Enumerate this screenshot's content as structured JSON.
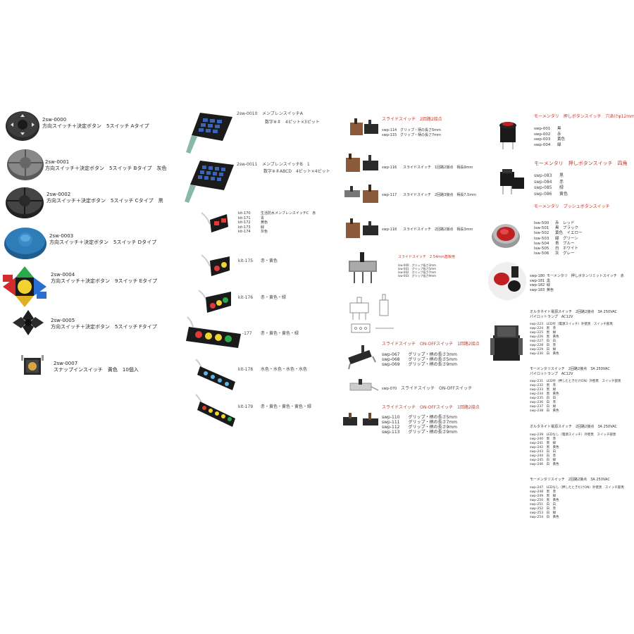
{
  "col1": [
    {
      "code": "2sw-0000",
      "name": "方向スイッチ＋決定ボタン　5スイッチ Aタイプ"
    },
    {
      "code": "2sw-0001",
      "name": "方向スイッチ＋決定ボタン　5スイッチ Bタイプ　灰色"
    },
    {
      "code": "2sw-0002",
      "name": "方向スイッチ＋決定ボタン　5スイッチ Cタイプ　黒"
    },
    {
      "code": "2sw-0003",
      "name": "方向スイッチ＋決定ボタン　5スイッチ Dタイプ"
    },
    {
      "code": "2sw-0004",
      "name": "方向スイッチ＋決定ボタン　9スイッチ Eタイプ"
    },
    {
      "code": "2sw-0005",
      "name": "方向スイッチ＋決定ボタン　5スイッチ Fタイプ"
    },
    {
      "code": "2sw-0007",
      "name": "スナップインスイッチ　黄色　10個入"
    }
  ],
  "col2": {
    "membrane_a": {
      "code": "2sw-0010",
      "name": "メンブレンスイッチA",
      "desc": "数字※＃　4ピット×3ピット"
    },
    "membrane_b": {
      "code": "2sw-0011",
      "name": "メンブレンスイッチB　1",
      "desc": "数字※＃ABCD　4ピット×4ピット"
    },
    "kit170": {
      "codes": [
        "kit-170",
        "kit-171",
        "kit-172",
        "kit-173",
        "kit-174"
      ],
      "names": [
        "生活防水メンブレンスイッチC　赤",
        "青",
        "黄色",
        "緑",
        "灰色"
      ]
    },
    "kits": [
      {
        "code": "kit-175",
        "name": "赤・黄色"
      },
      {
        "code": "kit-176",
        "name": "赤・黄色・緑"
      },
      {
        "code": "-177",
        "name": "赤・黄色・黄色・緑"
      },
      {
        "code": "kit-178",
        "name": "水色・水色・水色・水色"
      },
      {
        "code": "kit-179",
        "name": "赤・黄色・黄色・黄色・緑"
      }
    ]
  },
  "col3": {
    "title1": "スライドスイッチ　2回路2接点",
    "swp114": {
      "code": "swp-114",
      "name": "グリップ・柄の長さ5mm"
    },
    "swp115": {
      "code": "swp-115",
      "name": "グリップ・柄の長さ7mm"
    },
    "swp116": {
      "code": "swp-116",
      "name": "スライドスイッチ　1回路2接点　柄長9mm"
    },
    "swp117": {
      "code": "swp-117",
      "name": "スライドスイッチ　2回路3接点　柄長7.5mm"
    },
    "swp118": {
      "code": "swp-118",
      "name": "スライドスイッチ　2回路2接点　柄長3mm"
    },
    "title2": "スライドスイッチ　2.54mm基板用",
    "small": [
      {
        "code": "lsw-000",
        "name": "グリップ長さ3mm"
      },
      {
        "code": "lsw-001",
        "name": "グリップ長さ5mm"
      },
      {
        "code": "lsw-002",
        "name": "グリップ長さ7mm"
      },
      {
        "code": "lsw-003",
        "name": "グリップ長さ9mm"
      }
    ],
    "title3": "スライドスイッチ　ON-OFFスイッチ　1回路2接点",
    "swp067": [
      {
        "code": "swp-067",
        "name": "グリップ・柄の長さ3mm"
      },
      {
        "code": "swp-068",
        "name": "グリップ・柄の長さ5mm"
      },
      {
        "code": "swp-069",
        "name": "グリップ・柄の長さ9mm"
      }
    ],
    "swp070": {
      "code": "swp-070",
      "name": "スライドスイッチ　ON-OFFスイッチ"
    },
    "title4": "スライドスイッチ　ON-OFFスイッチ　1回路2接点",
    "swp110": [
      {
        "code": "swp-110",
        "name": "グリップ・柄の長さ5mm"
      },
      {
        "code": "swp-111",
        "name": "グリップ・柄の長さ7mm"
      },
      {
        "code": "swp-112",
        "name": "グリップ・柄の長さ9mm"
      },
      {
        "code": "swp-113",
        "name": "グリップ・柄の長さ9mm"
      }
    ]
  },
  "col4": {
    "title1": "モーメンタリ　押しボタンスイッチ　穴あけφ12mm",
    "swp001": {
      "codes": [
        "swp-001",
        "swp-002",
        "swp-003",
        "swp-004"
      ],
      "names": [
        "黒",
        "赤",
        "黄色",
        "緑"
      ]
    },
    "title2": "モーメンタリ　押しボタンスイッチ　四角",
    "swp083": {
      "codes": [
        "swp-083",
        "swp-084",
        "swp-085",
        "swp-086"
      ],
      "names": [
        "黒",
        "赤",
        "緑",
        "黄色"
      ]
    },
    "title3": "モーメンタリ　プッシュボタンスイッチ",
    "lsw500": {
      "codes": [
        "lsw-500",
        "lsw-501",
        "lsw-502",
        "lsw-503",
        "lsw-504",
        "lsw-505",
        "lsw-506"
      ],
      "names": [
        "赤　レッド",
        "黒　ブラック",
        "黄色　イエロー",
        "緑　グリーン",
        "青　ブルー",
        "白　ホワイト",
        "灰　グレー"
      ]
    },
    "swp180": {
      "codes": [
        "swp-180",
        "swp-181",
        "swp-182",
        "swp-183"
      ],
      "names": [
        "モーメンタリ　押しボタンリミットスイッチ　赤",
        "黒",
        "緑",
        "黄色"
      ]
    },
    "block1": {
      "title": "オルタネイト電源スイッチ　2回路2接点　3A 250VAC",
      "sub": "パイロットランプ　AC12V",
      "rows": [
        [
          "swp-223",
          "LED付（電源スイッチ）外壁黒　スイッチ部黒"
        ],
        [
          "swp-224",
          "黒　赤"
        ],
        [
          "swp-225",
          "黒　緑"
        ],
        [
          "swp-226",
          "黒　黄色"
        ],
        [
          "swp-227",
          "白　白"
        ],
        [
          "swp-228",
          "白　赤"
        ],
        [
          "swp-229",
          "白　緑"
        ],
        [
          "swp-230",
          "白　黄色"
        ]
      ]
    },
    "block2": {
      "title": "モーメンタリスイッチ　2回路2接点　3A 250VAC",
      "sub": "パイロットランプ　AC12V",
      "rows": [
        [
          "swp-231",
          "LED付（押したときだけON）外壁黒　スイッチ部黒"
        ],
        [
          "swp-232",
          "黒　赤"
        ],
        [
          "swp-233",
          "黒　緑"
        ],
        [
          "swp-234",
          "黒　黄色"
        ],
        [
          "swp-235",
          "白　白"
        ],
        [
          "swp-236",
          "白　赤"
        ],
        [
          "swp-237",
          "白　緑"
        ],
        [
          "swp-238",
          "白　黄色"
        ]
      ]
    },
    "block3": {
      "title": "オルタネイト電源スイッチ　2回路2接点　3A 250VAC",
      "rows": [
        [
          "swp-239",
          "LEDなし（電源スイッチ）外壁黒　スイッチ部黒"
        ],
        [
          "swp-240",
          "黒　赤"
        ],
        [
          "swp-241",
          "黒　緑"
        ],
        [
          "swp-242",
          "黒　黄色"
        ],
        [
          "swp-243",
          "白　白"
        ],
        [
          "swp-244",
          "白　赤"
        ],
        [
          "swp-245",
          "白　緑"
        ],
        [
          "swp-246",
          "白　黄色"
        ]
      ]
    },
    "block4": {
      "title": "モーメンタリスイッチ　2回路2接点　3A 250VAC",
      "rows": [
        [
          "swp-247",
          "LEDなし（押したときだけON）外壁黒　スイッチ部黒"
        ],
        [
          "swp-248",
          "黒　赤"
        ],
        [
          "swp-249",
          "黒　緑"
        ],
        [
          "swp-250",
          "黒　黄色"
        ],
        [
          "swp-251",
          "白　白"
        ],
        [
          "swp-252",
          "白　赤"
        ],
        [
          "swp-253",
          "白　緑"
        ],
        [
          "swp-254",
          "白　黄色"
        ]
      ]
    }
  },
  "colors": {
    "accent": "#c0392b"
  }
}
